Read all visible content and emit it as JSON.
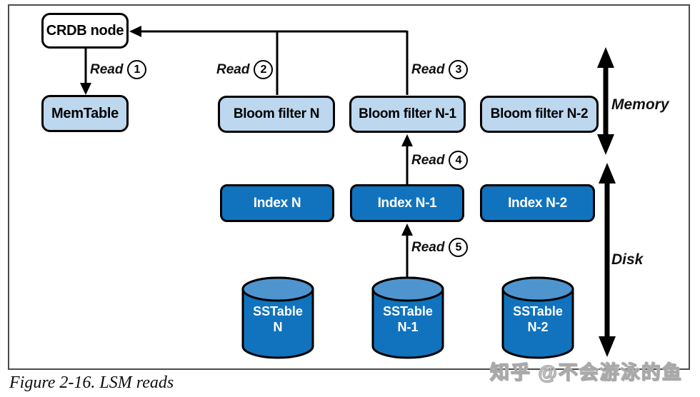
{
  "caption": "Figure 2-16. LSM reads",
  "watermark": "知乎 @不会游泳的鱼",
  "crdb_node": "CRDB node",
  "memtable": "MemTable",
  "read_label": "Read",
  "read_nums": [
    "1",
    "2",
    "3",
    "4",
    "5"
  ],
  "bloom_filters": [
    "Bloom filter N",
    "Bloom filter N-1",
    "Bloom filter N-2"
  ],
  "indexes": [
    "Index N",
    "Index N-1",
    "Index N-2"
  ],
  "sstables": [
    [
      "SSTable",
      "N"
    ],
    [
      "SSTable",
      "N-1"
    ],
    [
      "SSTable",
      "N-2"
    ]
  ],
  "regions": {
    "memory": "Memory",
    "disk": "Disk"
  },
  "colors": {
    "light_blue": "#bdd7ee",
    "dark_blue": "#1173bd",
    "cylinder_top": "#4e95d0",
    "line_black": "#000000",
    "frame_gray": "#4c4c4c",
    "watermark_gray": "#a9a9a9"
  }
}
